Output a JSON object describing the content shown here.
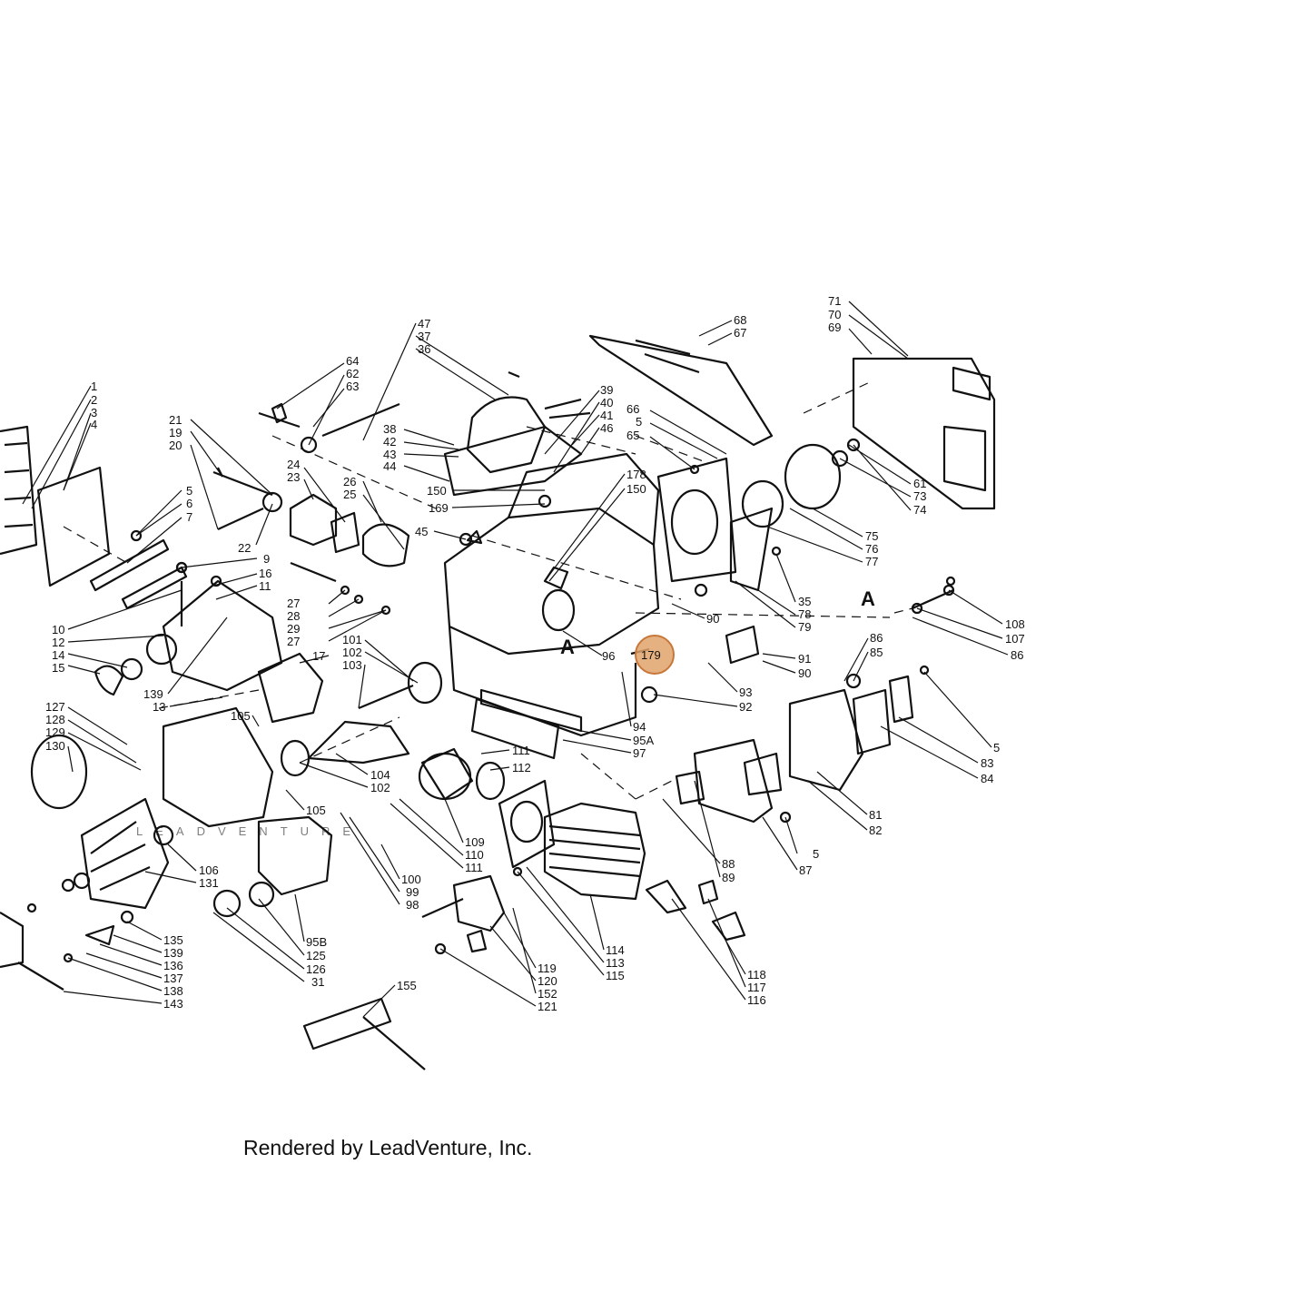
{
  "diagram": {
    "highlight_color": "#e2a36a",
    "highlight_stroke": "#c8773a",
    "highlighted_callout": "179",
    "section_markers": [
      "A",
      "A"
    ],
    "watermark": "LEADVENTURE",
    "callouts": [
      "1",
      "2",
      "3",
      "4",
      "21",
      "19",
      "20",
      "5",
      "6",
      "7",
      "9",
      "16",
      "11",
      "10",
      "12",
      "14",
      "15",
      "139",
      "13",
      "64",
      "62",
      "63",
      "22",
      "24",
      "23",
      "26",
      "25",
      "27",
      "28",
      "29",
      "27",
      "17",
      "101",
      "102",
      "103",
      "47",
      "37",
      "36",
      "38",
      "42",
      "43",
      "44",
      "39",
      "40",
      "41",
      "46",
      "150",
      "169",
      "45",
      "178",
      "150",
      "68",
      "67",
      "66",
      "5",
      "65",
      "71",
      "70",
      "69",
      "61",
      "73",
      "74",
      "75",
      "76",
      "77",
      "35",
      "78",
      "79",
      "90",
      "96",
      "179",
      "91",
      "90",
      "93",
      "92",
      "94",
      "95A",
      "97",
      "108",
      "107",
      "86",
      "86",
      "85",
      "5",
      "83",
      "84",
      "127",
      "128",
      "129",
      "130",
      "105",
      "104",
      "102",
      "105",
      "111",
      "112",
      "109",
      "110",
      "111",
      "106",
      "131",
      "100",
      "99",
      "98",
      "95B",
      "125",
      "126",
      "31",
      "135",
      "139",
      "136",
      "137",
      "138",
      "143",
      "155",
      "119",
      "120",
      "152",
      "121",
      "114",
      "113",
      "115",
      "88",
      "89",
      "81",
      "82",
      "5",
      "87",
      "118",
      "117",
      "116"
    ]
  },
  "footer": {
    "text": "Rendered by LeadVenture, Inc."
  }
}
